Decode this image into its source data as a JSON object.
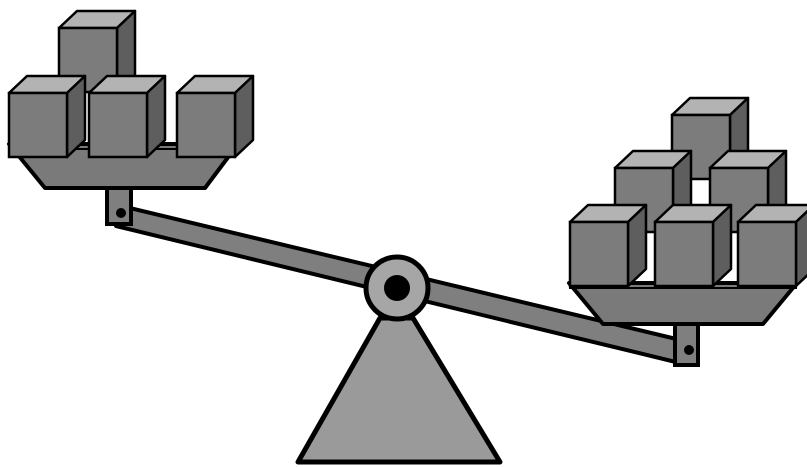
{
  "colors": {
    "outline": "#000000",
    "cube_front": "#7c7c7c",
    "cube_top": "#b3b3b3",
    "cube_side": "#5e5e5e",
    "beam": "#7f7f7f",
    "pan": "#7a7a7a",
    "pan_rim": "#6a6a6a",
    "stand": "#9a9a9a",
    "pivot_ring": "#a6a6a6",
    "background": "#ffffff"
  },
  "scale": {
    "heavier_side": "right",
    "left_pan": {
      "block_count": 4
    },
    "right_pan": {
      "block_count": 6
    }
  }
}
